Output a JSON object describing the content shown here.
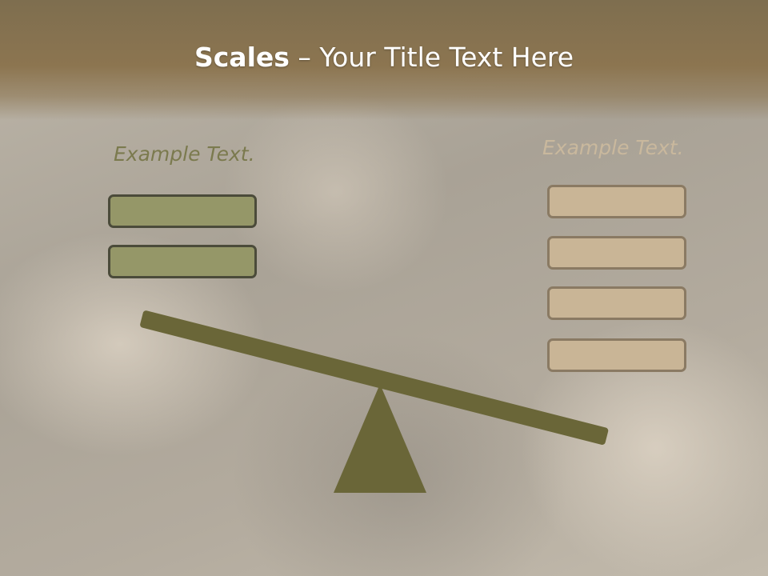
{
  "slide": {
    "title_bold": "Scales",
    "title_rest": " – Your Title Text Here"
  },
  "left_panel": {
    "label": "Example Text.",
    "box_count": 2,
    "color": "#959768"
  },
  "right_panel": {
    "label": "Example Text.",
    "box_count": 4,
    "color": "#c9b596"
  },
  "scale": {
    "beam_color": "#6a6638",
    "tilt": "right-side-down"
  }
}
